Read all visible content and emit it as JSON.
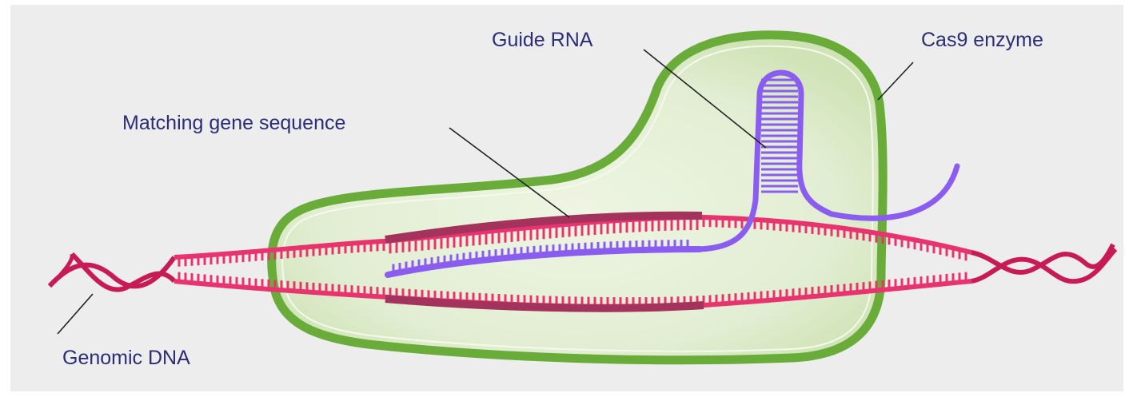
{
  "labels": {
    "guide_rna": "Guide RNA",
    "cas9": "Cas9 enzyme",
    "matching": "Matching gene sequence",
    "genomic": "Genomic DNA"
  },
  "colors": {
    "background": "#ededed",
    "label_text": "#2c2d78",
    "dna_strand": "#e8336e",
    "dna_helix": "#c81a55",
    "matching_strand": "#a3325d",
    "guide_rna": "#8a5cf0",
    "cas9_outline": "#6aac3a",
    "cas9_fill": "#dcebc8"
  }
}
